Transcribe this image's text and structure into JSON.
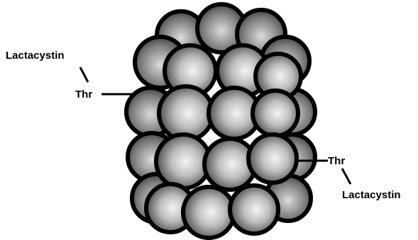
{
  "labels": {
    "left_ligand": "Lactacystin",
    "left_residue": "Thr",
    "right_residue": "Thr",
    "right_ligand": "Lactacystin"
  },
  "colors": {
    "outline": "#000000",
    "sphere_highlight": "#f4f4f4",
    "sphere_mid": "#9a9a9a",
    "sphere_shadow": "#2a2a2a"
  },
  "structure": {
    "stacked_rings": 4,
    "icon": "proteasome-subunit-spheres"
  }
}
